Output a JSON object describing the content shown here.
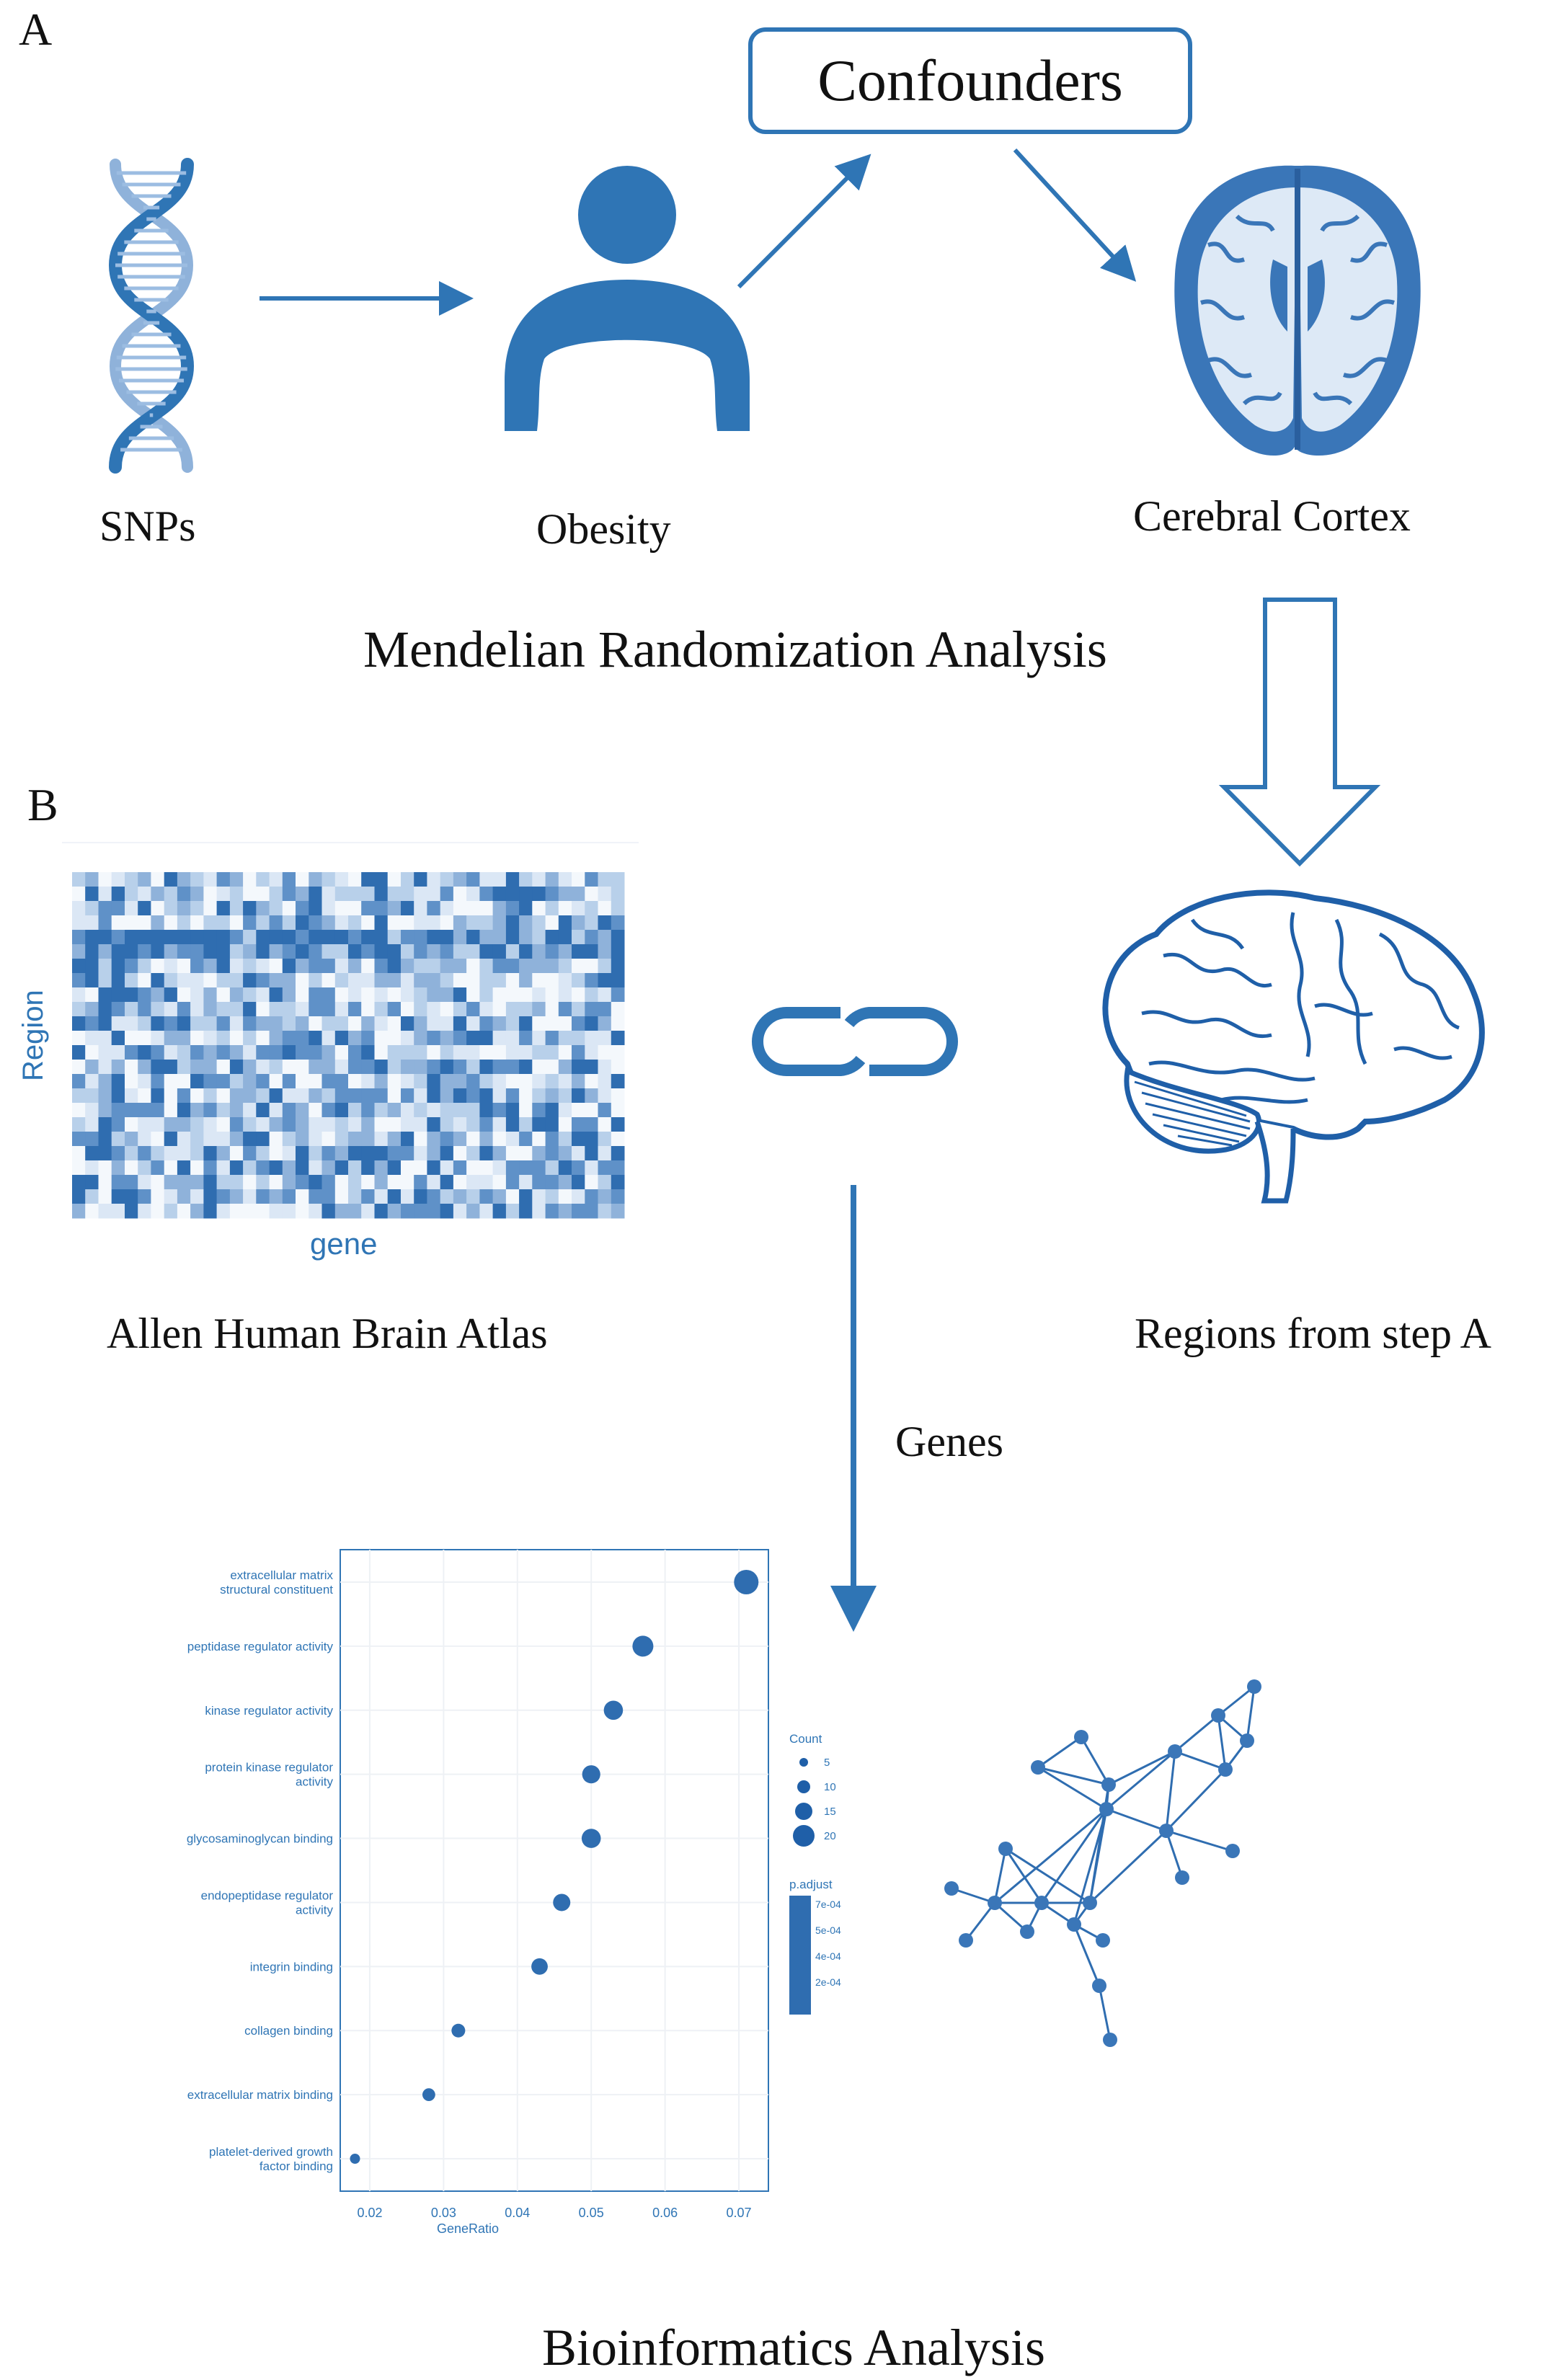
{
  "panels": {
    "a": "A",
    "b": "B"
  },
  "mr": {
    "confounders": "Confounders",
    "snps": "SNPs",
    "obesity": "Obesity",
    "cortex": "Cerebral Cortex",
    "caption": "Mendelian Randomization Analysis"
  },
  "heatmap": {
    "y_label": "Region",
    "x_label": "gene",
    "caption": "Allen Human Brain Atlas"
  },
  "regions_caption": "Regions from step A",
  "genes_label": "Genes",
  "final_caption": "Bioinformatics Analysis",
  "colors": {
    "primary": "#2f75b5",
    "dark": "#1f5fa8",
    "light": "#dbe7f5"
  },
  "icons": [
    "dna-icon",
    "person-icon",
    "brain-axial-icon",
    "brain-lateral-icon",
    "link-icon",
    "network-icon"
  ],
  "chart_data": {
    "type": "scatter",
    "categories": [
      [
        "extracellular matrix",
        "structural constituent"
      ],
      [
        "peptidase regulator activity"
      ],
      [
        "kinase regulator activity"
      ],
      [
        "protein kinase regulator",
        "activity"
      ],
      [
        "glycosaminoglycan binding"
      ],
      [
        "endopeptidase regulator",
        "activity"
      ],
      [
        "integrin binding"
      ],
      [
        "collagen binding"
      ],
      [
        "extracellular matrix binding"
      ],
      [
        "platelet-derived growth",
        "factor binding"
      ]
    ],
    "gene_ratio": [
      0.071,
      0.057,
      0.053,
      0.05,
      0.05,
      0.046,
      0.043,
      0.032,
      0.028,
      0.018
    ],
    "count": [
      20,
      16,
      14,
      13,
      14,
      12,
      11,
      8,
      7,
      4
    ],
    "xlabel": "GeneRatio",
    "xticks": [
      "0.02",
      "0.03",
      "0.04",
      "0.05",
      "0.06",
      "0.07"
    ],
    "xlim": [
      0.016,
      0.074
    ],
    "legend_count": {
      "title": "Count",
      "labels": [
        "5",
        "10",
        "15",
        "20"
      ]
    },
    "legend_padj": {
      "title": "p.adjust",
      "labels": [
        "7e-04",
        "5e-04",
        "4e-04",
        "2e-04"
      ]
    }
  }
}
